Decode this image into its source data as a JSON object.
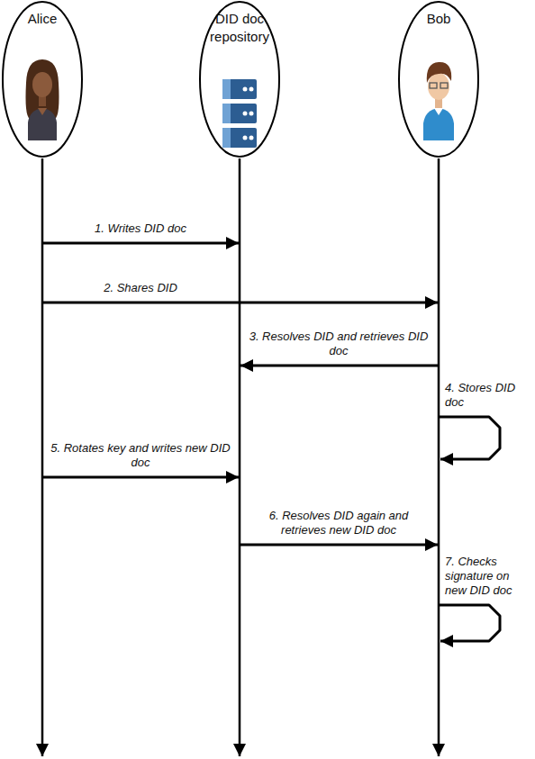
{
  "diagram": {
    "nodes": [
      {
        "text": [
          "Alice"
        ]
      },
      {
        "text": [
          "DID doc repository"
        ]
      },
      {
        "text": [
          "Bob"
        ]
      }
    ],
    "edges": [
      {
        "from": 0,
        "to": 1,
        "arrow": "to",
        "label": "1. Writes DID doc"
      },
      {
        "from": 0,
        "to": 2,
        "arrow": "to",
        "label": "2. Shares DID"
      },
      {
        "from": 2,
        "to": 1,
        "arrow": "to",
        "label": "3. Resolves DID and retrieves DID doc"
      },
      {
        "from": 2,
        "to": 2,
        "arrow": "to",
        "label": "4. Stores DID doc"
      },
      {
        "from": 0,
        "to": 1,
        "arrow": "to",
        "label": "5. Rotates key and writes new DID doc"
      },
      {
        "from": 1,
        "to": 2,
        "arrow": "to",
        "label": "6. Resolves DID again and retrieves new DID doc"
      },
      {
        "from": 2,
        "to": 2,
        "arrow": "to",
        "label": "7. Checks signature on new DID doc"
      }
    ]
  }
}
